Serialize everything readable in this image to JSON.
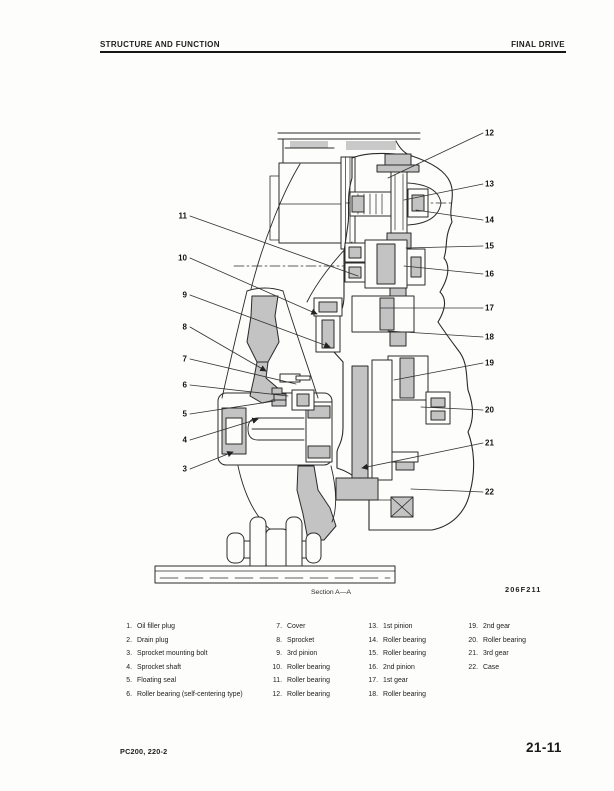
{
  "header": {
    "left": "STRUCTURE AND FUNCTION",
    "right": "FINAL DRIVE"
  },
  "figure": {
    "caption": "Section A—A",
    "code": "206F211"
  },
  "diagram": {
    "description": "Cross-section of final drive assembly with sprocket, gear train and track shoe",
    "callouts_left": [
      "11",
      "10",
      "9",
      "8",
      "7",
      "6",
      "5",
      "4",
      "3"
    ],
    "callouts_right": [
      "12",
      "13",
      "14",
      "15",
      "16",
      "17",
      "18",
      "19",
      "20",
      "21",
      "22"
    ]
  },
  "parts_list": {
    "columns": [
      {
        "items": [
          {
            "num": "1.",
            "label": "Oil filler plug"
          },
          {
            "num": "2.",
            "label": "Drain plug"
          },
          {
            "num": "3.",
            "label": "Sprocket mounting bolt"
          },
          {
            "num": "4.",
            "label": "Sprocket shaft"
          },
          {
            "num": "5.",
            "label": "Floating seal"
          },
          {
            "num": "6.",
            "label": "Roller bearing (self-centering type)"
          }
        ]
      },
      {
        "items": [
          {
            "num": "7.",
            "label": "Cover"
          },
          {
            "num": "8.",
            "label": "Sprocket"
          },
          {
            "num": "9.",
            "label": "3rd pinion"
          },
          {
            "num": "10.",
            "label": "Roller bearing"
          },
          {
            "num": "11.",
            "label": "Roller bearing"
          },
          {
            "num": "12.",
            "label": "Roller bearing"
          }
        ]
      },
      {
        "items": [
          {
            "num": "13.",
            "label": "1st pinion"
          },
          {
            "num": "14.",
            "label": "Roller bearing"
          },
          {
            "num": "15.",
            "label": "Roller bearing"
          },
          {
            "num": "16.",
            "label": "2nd pinion"
          },
          {
            "num": "17.",
            "label": "1st gear"
          },
          {
            "num": "18.",
            "label": "Roller bearing"
          }
        ]
      },
      {
        "items": [
          {
            "num": "19.",
            "label": "2nd gear"
          },
          {
            "num": "20.",
            "label": "Roller bearing"
          },
          {
            "num": "21.",
            "label": "3rd gear"
          },
          {
            "num": "22.",
            "label": "Case"
          }
        ]
      }
    ]
  },
  "footer": {
    "model": "PC200, 220-2",
    "page": "21-11"
  },
  "colors": {
    "ink": "#262626",
    "section_fill": "#c3c3c3",
    "paper": "#fdfdfc"
  }
}
